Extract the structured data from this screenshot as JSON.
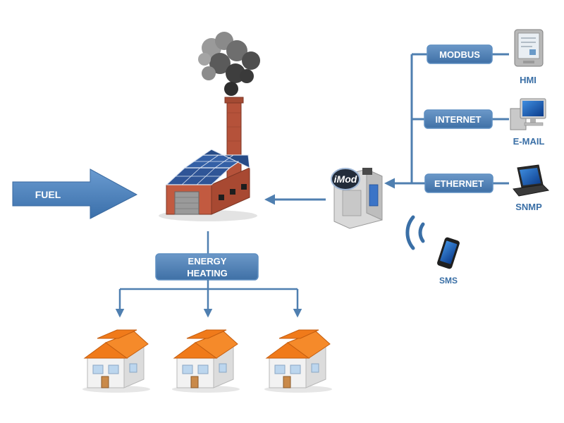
{
  "colors": {
    "accent": "#4f7fb0",
    "label_bg": "#4a7db3",
    "caption": "#3a6fa6",
    "brick": "#b5523a",
    "solar": "#2f5597",
    "roof": "#f07a1a",
    "wall": "#f2f2f2"
  },
  "fuel": {
    "label": "FUEL"
  },
  "energy": {
    "line1": "ENERGY",
    "line2": "HEATING"
  },
  "networks": [
    {
      "label": "MODBUS",
      "device": "HMI",
      "icon": "hmi-panel-icon"
    },
    {
      "label": "INTERNET",
      "device": "E-MAIL",
      "icon": "computer-icon"
    },
    {
      "label": "ETHERNET",
      "device": "SNMP",
      "icon": "laptop-icon"
    }
  ],
  "controller": {
    "brand": "iMod"
  },
  "sms": {
    "label": "SMS"
  }
}
